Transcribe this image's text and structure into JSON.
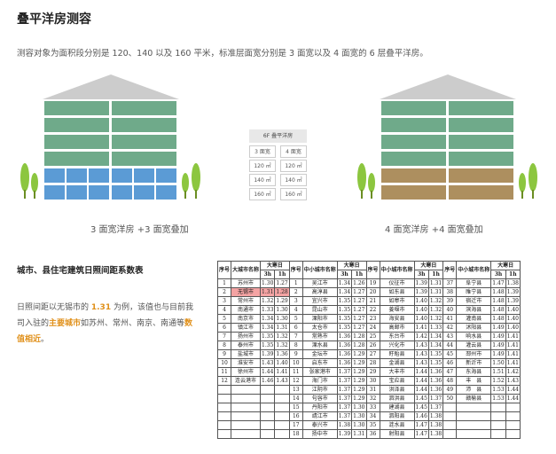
{
  "page": {
    "title": "叠平洋房测容",
    "description": "测容对象为面积段分别是 120、140 以及 160 平米，标准层面宽分别是 3 面宽以及 4 面宽的 6 层叠平洋房。"
  },
  "colors": {
    "roof": "#cccccc",
    "green_floor": "#6faa8a",
    "blue_floor": "#5b9bd5",
    "brown_floor": "#ad8f5f",
    "tree": "#8cc63f",
    "highlight": "#e0901a",
    "table_highlight": "#f4a3a3"
  },
  "buildings": {
    "left_caption": "3 面宽洋房 +3 面宽叠加",
    "right_caption": "4 面宽洋房 +4 面宽叠加"
  },
  "mid_panel": {
    "header": "6F 叠平洋房",
    "cells": [
      "3 面宽",
      "4 面宽",
      "120 ㎡",
      "120 ㎡",
      "140 ㎡",
      "140 ㎡",
      "160 ㎡",
      "160 ㎡"
    ]
  },
  "section2": {
    "title": "城市、县住宅建筑日照间距系数表",
    "para_pre": "日照间距以无锡市的 ",
    "para_hl1": "1.31",
    "para_mid1": " 为例，该值也与目前我司入驻的",
    "para_hl2": "主要城市",
    "para_mid2": "如苏州、常州、南京、南通等",
    "para_hl3": "数值相近",
    "para_end": "。"
  },
  "sun_table": {
    "h1": [
      "序号",
      "大城市名称",
      "大寒日",
      "序号",
      "中小城市名称",
      "大寒日",
      "序号",
      "中小城市名称",
      "大寒日",
      "序号",
      "中小城市名称",
      "大寒日"
    ],
    "h2": [
      "3h",
      "1h",
      "3h",
      "1h",
      "3h",
      "1h",
      "3h",
      "1h"
    ],
    "rows": [
      [
        "1",
        "苏州市",
        "1.30",
        "1.27",
        "1",
        "吴江市",
        "1.34",
        "1.26",
        "19",
        "仪征市",
        "1.39",
        "1.31",
        "37",
        "阜宁县",
        "1.47",
        "1.38"
      ],
      [
        "2",
        "无锡市",
        "1.31",
        "1.28",
        "2",
        "高淳县",
        "1.34",
        "1.27",
        "20",
        "如东县",
        "1.39",
        "1.31",
        "38",
        "睢宁县",
        "1.48",
        "1.39"
      ],
      [
        "3",
        "常州市",
        "1.32",
        "1.29",
        "3",
        "宜兴市",
        "1.35",
        "1.27",
        "21",
        "如皋市",
        "1.40",
        "1.32",
        "39",
        "宿迁市",
        "1.48",
        "1.39"
      ],
      [
        "4",
        "南通市",
        "1.33",
        "1.30",
        "4",
        "昆山市",
        "1.35",
        "1.27",
        "22",
        "姜堰市",
        "1.40",
        "1.32",
        "40",
        "滨海县",
        "1.48",
        "1.40"
      ],
      [
        "5",
        "南京市",
        "1.34",
        "1.30",
        "5",
        "溧阳市",
        "1.35",
        "1.27",
        "23",
        "海安县",
        "1.40",
        "1.32",
        "41",
        "灌南县",
        "1.48",
        "1.40"
      ],
      [
        "6",
        "镇江市",
        "1.34",
        "1.31",
        "6",
        "太仓市",
        "1.35",
        "1.27",
        "24",
        "高邮市",
        "1.41",
        "1.33",
        "42",
        "沭阳县",
        "1.49",
        "1.40"
      ],
      [
        "7",
        "扬州市",
        "1.35",
        "1.32",
        "7",
        "常熟市",
        "1.36",
        "1.28",
        "25",
        "东台市",
        "1.42",
        "1.34",
        "43",
        "响水县",
        "1.49",
        "1.41"
      ],
      [
        "8",
        "泰州市",
        "1.35",
        "1.32",
        "8",
        "溧水县",
        "1.36",
        "1.28",
        "26",
        "兴化市",
        "1.43",
        "1.34",
        "44",
        "灌云县",
        "1.49",
        "1.41"
      ],
      [
        "9",
        "盐城市",
        "1.39",
        "1.36",
        "9",
        "金坛市",
        "1.36",
        "1.29",
        "27",
        "盱眙县",
        "1.43",
        "1.35",
        "45",
        "邳州市",
        "1.49",
        "1.41"
      ],
      [
        "10",
        "淮安市",
        "1.43",
        "1.40",
        "10",
        "启东市",
        "1.36",
        "1.29",
        "28",
        "金湖县",
        "1.43",
        "1.35",
        "46",
        "新沂市",
        "1.50",
        "1.41"
      ],
      [
        "11",
        "徐州市",
        "1.44",
        "1.41",
        "11",
        "张家港市",
        "1.37",
        "1.29",
        "29",
        "大丰市",
        "1.44",
        "1.36",
        "47",
        "东海县",
        "1.51",
        "1.42"
      ],
      [
        "12",
        "连云港市",
        "1.46",
        "1.43",
        "12",
        "海门市",
        "1.37",
        "1.29",
        "30",
        "宝应县",
        "1.44",
        "1.36",
        "48",
        "丰　县",
        "1.52",
        "1.43"
      ],
      [
        "",
        "",
        "",
        "",
        "13",
        "江阴市",
        "1.37",
        "1.29",
        "31",
        "洪泽县",
        "1.44",
        "1.36",
        "49",
        "沛　县",
        "1.53",
        "1.44"
      ],
      [
        "",
        "",
        "",
        "",
        "14",
        "句容市",
        "1.37",
        "1.29",
        "32",
        "泗洪县",
        "1.45",
        "1.37",
        "50",
        "赣榆县",
        "1.53",
        "1.44"
      ],
      [
        "",
        "",
        "",
        "",
        "15",
        "丹阳市",
        "1.37",
        "1.30",
        "33",
        "建湖县",
        "1.45",
        "1.37",
        "",
        "",
        "",
        ""
      ],
      [
        "",
        "",
        "",
        "",
        "16",
        "靖江市",
        "1.37",
        "1.30",
        "34",
        "泗阳县",
        "1.46",
        "1.38",
        "",
        "",
        "",
        ""
      ],
      [
        "",
        "",
        "",
        "",
        "17",
        "泰兴市",
        "1.38",
        "1.30",
        "35",
        "涟水县",
        "1.47",
        "1.38",
        "",
        "",
        "",
        ""
      ],
      [
        "",
        "",
        "",
        "",
        "18",
        "扬中市",
        "1.39",
        "1.31",
        "36",
        "射阳县",
        "1.47",
        "1.38",
        "",
        "",
        "",
        ""
      ]
    ]
  }
}
